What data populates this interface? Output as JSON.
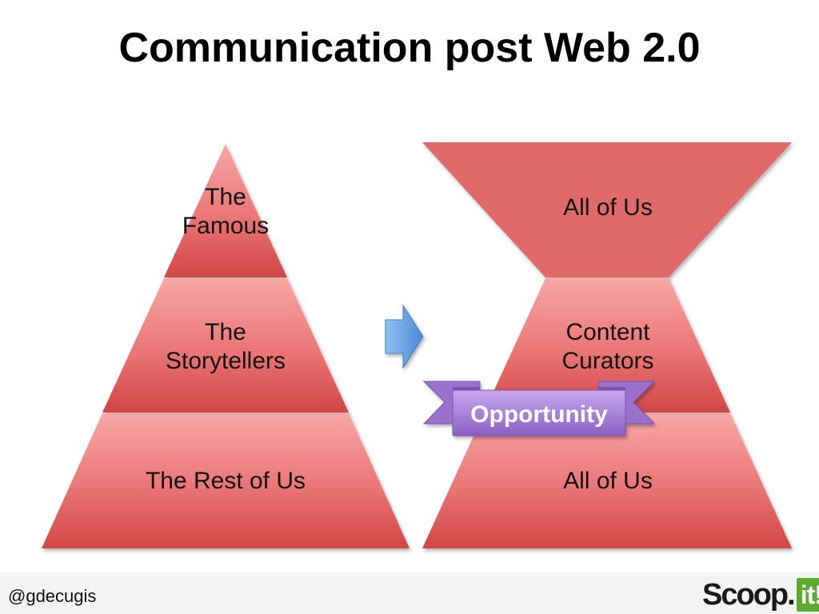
{
  "title": "Communication post Web 2.0",
  "left_pyramid": {
    "top": [
      "The",
      "Famous"
    ],
    "middle": [
      "The",
      "Storytellers"
    ],
    "bottom": "The Rest of Us"
  },
  "right_shape": {
    "top": "All of Us",
    "middle": [
      "Content",
      "Curators"
    ],
    "bottom": "All of Us"
  },
  "banner": "Opportunity",
  "footer": {
    "handle": "@gdecugis",
    "logo_main": "Scoop.",
    "logo_badge": "it!"
  },
  "colors": {
    "shape_fill": "#e06a6a",
    "shape_light": "#f7a3a3",
    "shape_dark": "#d24040",
    "arrow": "#5b9be0",
    "banner": "#a07ad0",
    "logo_green": "#5aab2d"
  }
}
